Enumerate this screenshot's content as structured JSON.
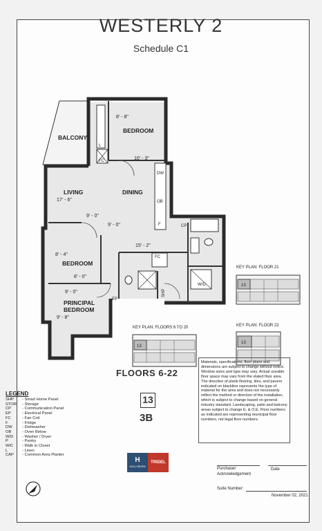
{
  "header": {
    "brand": "WESTERLY 2",
    "schedule": "Schedule C1"
  },
  "rooms": {
    "balcony": "BALCONY",
    "bedroom_top": "BEDROOM",
    "living": "LIVING",
    "dining": "DINING",
    "bedroom_mid": "BEDROOM",
    "principal": "PRINCIPAL",
    "principal_bedroom": "BEDROOM"
  },
  "dimensions": {
    "bedroom_top_w": "8' - 8\"",
    "bedroom_top_h": "10' - 3\"",
    "living_w": "17' - 6\"",
    "living_h": "9' - 0\"",
    "dining_w": "9' - 0\"",
    "dining_h": "15' - 2\"",
    "bedroom_mid_w": "8' - 4\"",
    "bedroom_mid_h": "8' - 0\"",
    "principal_w": "9' - 0\"",
    "principal_h": "9' - 8\""
  },
  "fixtures": {
    "dw": "DW",
    "ob": "OB",
    "f": "F",
    "fc": "FC",
    "fc2": "FC",
    "l": "L",
    "cp": "CP",
    "ep": "EP",
    "shp": "SHP",
    "wd": "W/D"
  },
  "key_plans": {
    "floor21": "KEY PLAN: FLOOR 21",
    "floors6_20": "KEY PLAN: FLOORS 6 TO 20",
    "floor22": "KEY PLAN: FLOOR 22",
    "unit_tag": "13"
  },
  "floors": "FLOORS 6-22",
  "suite_number": "13",
  "suite_type": "3B",
  "disclaimer": "Materials, specifications, floor plans and dimensions are subject to change without notice. Window sizes and type may vary. Actual useable floor space may vary from the stated floor area. The direction of plank flooring, tiles, and pavers indicated on blackline represents the type of material for the area and does not necessarily reflect the method or direction of the installation, which is subject to change based on general industry standard. Landscaping, patio and balcony areas subject to change E. & O.E. Floor numbers as indicated are representing municipal floor numbers, not legal floor numbers.",
  "legend": {
    "title": "LEGEND",
    "items": [
      {
        "code": "SHP",
        "desc": "- Smart Home Panel"
      },
      {
        "code": "STOR",
        "desc": "- Storage"
      },
      {
        "code": "CP",
        "desc": "- Communication Panel"
      },
      {
        "code": "EP",
        "desc": "- Electrical Panel"
      },
      {
        "code": "FC",
        "desc": "- Fan Coil"
      },
      {
        "code": "F",
        "desc": "- Fridge"
      },
      {
        "code": "DW",
        "desc": "- Dishwasher"
      },
      {
        "code": "OB",
        "desc": "- Oven Below"
      },
      {
        "code": "W/D",
        "desc": "- Washer / Dryer"
      },
      {
        "code": "P",
        "desc": "- Pantry"
      },
      {
        "code": "WIC",
        "desc": "- Walk in Closet"
      },
      {
        "code": "L",
        "desc": "- Linen"
      },
      {
        "code": "CAP",
        "desc": "- Common Area Planter"
      }
    ]
  },
  "logos": {
    "hollyburn": "HOLLYBURN",
    "tridel": "TRIDEL"
  },
  "signature": {
    "purchaser": "Purchaser",
    "acknowledgement": "Acknowledgement",
    "date": "Date",
    "suite_number": "Suite Number:",
    "date_stamp": "November 02, 2021"
  },
  "colors": {
    "wall": "#2a2a2a",
    "floor_fill": "#e6e6e6",
    "hollyburn": "#2e4f73",
    "tridel": "#c0392b"
  }
}
